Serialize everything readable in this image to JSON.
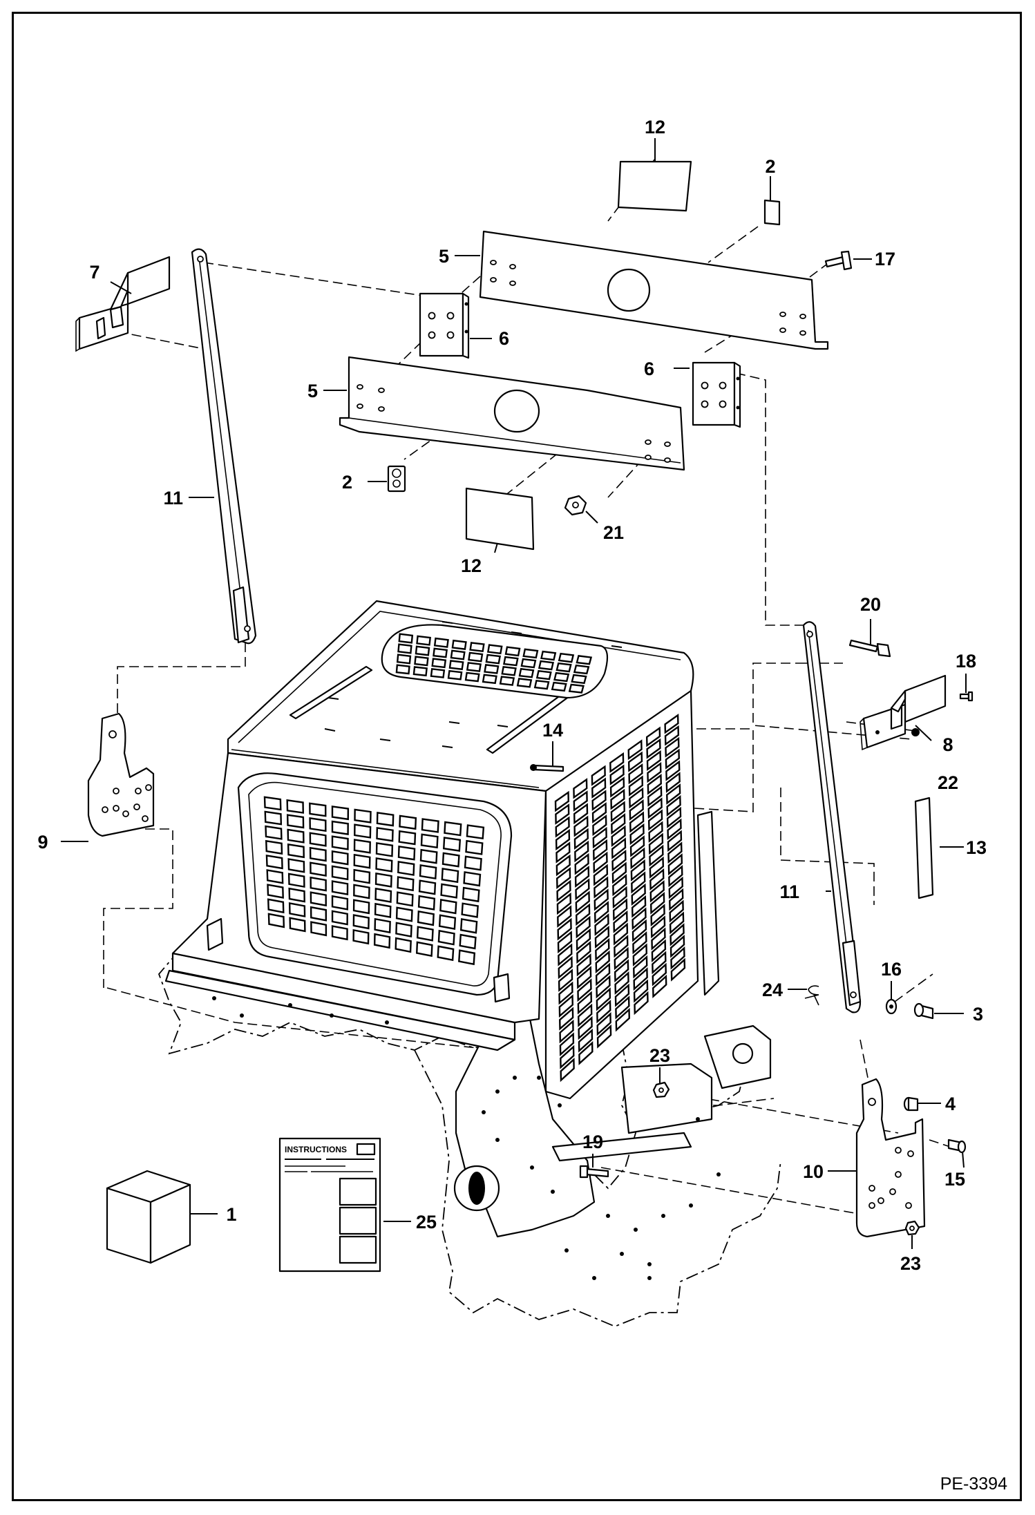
{
  "figure_id": "PE-3394",
  "instruction_sheet_heading": "INSTRUCTIONS",
  "callouts": {
    "c1": "1",
    "c2a": "2",
    "c2b": "2",
    "c3": "3",
    "c4": "4",
    "c5a": "5",
    "c5b": "5",
    "c6a": "6",
    "c6b": "6",
    "c7": "7",
    "c8": "8",
    "c9": "9",
    "c10": "10",
    "c11a": "11",
    "c11b": "11",
    "c12a": "12",
    "c12b": "12",
    "c13": "13",
    "c14": "14",
    "c15": "15",
    "c16": "16",
    "c17": "17",
    "c18": "18",
    "c19": "19",
    "c20": "20",
    "c21": "21",
    "c22": "22",
    "c23a": "23",
    "c23b": "23",
    "c24": "24",
    "c25": "25"
  }
}
